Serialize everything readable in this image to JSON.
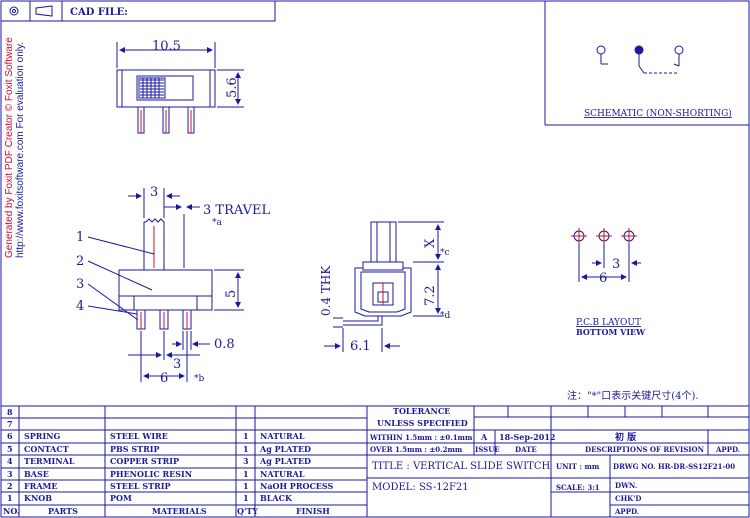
{
  "header": {
    "cad_file_label": "CAD FILE:"
  },
  "watermark": {
    "line1": "Generated by Foxit PDF Creator © Foxit Software",
    "line2": "http://www.foxitsoftware.com   For evaluation only."
  },
  "schematic": {
    "caption": "SCHEMATIC (NON-SHORTING)"
  },
  "top_view": {
    "width_dim": "10.5",
    "height_dim": "5.6"
  },
  "front_view": {
    "knob_width_dim": "3",
    "travel_label": "3 TRAVEL",
    "travel_note": "*a",
    "callouts": [
      "1",
      "2",
      "3",
      "4"
    ],
    "height_dim": "5",
    "pin_width_dim": "0.8",
    "pitch_dim": "3",
    "span_dim": "6",
    "span_note": "*b"
  },
  "side_view": {
    "thk_label": "0.4 THK",
    "x_label": "X",
    "x_note": "*c",
    "height_dim": "7.2",
    "height_note": "*d",
    "depth_dim": "6.1"
  },
  "pcb": {
    "pitch_dim": "3",
    "span_dim": "6",
    "caption_line1": "P.C.B LAYOUT",
    "caption_line2": "BOTTOM VIEW"
  },
  "note": "注：\"*\"口表示关键尺寸(4个).",
  "bom": {
    "rows": [
      {
        "no": "8",
        "part": "",
        "material": "",
        "qty": "",
        "finish": ""
      },
      {
        "no": "7",
        "part": "",
        "material": "",
        "qty": "",
        "finish": ""
      },
      {
        "no": "6",
        "part": "SPRING",
        "material": "STEEL WIRE",
        "qty": "1",
        "finish": "NATURAL"
      },
      {
        "no": "5",
        "part": "CONTACT",
        "material": "PBS STRIP",
        "qty": "1",
        "finish": "Ag PLATED"
      },
      {
        "no": "4",
        "part": "TERMINAL",
        "material": "COPPER STRIP",
        "qty": "3",
        "finish": "Ag PLATED"
      },
      {
        "no": "3",
        "part": "BASE",
        "material": "PHENOLIC RESIN",
        "qty": "1",
        "finish": "NATURAL"
      },
      {
        "no": "2",
        "part": "FRAME",
        "material": "STEEL STRIP",
        "qty": "1",
        "finish": "NaOH PROCESS"
      },
      {
        "no": "1",
        "part": "KNOB",
        "material": "POM",
        "qty": "1",
        "finish": "BLACK"
      }
    ],
    "headers": {
      "no": "NO.",
      "part": "PARTS",
      "material": "MATERIALS",
      "qty": "Q'TY",
      "finish": "FINISH"
    }
  },
  "title_block": {
    "tolerance": "TOLERANCE",
    "unless": "UNLESS SPECIFIED",
    "within": "WITHIN 1.5mm : ±0.1mm",
    "over": "OVER 1.5mm : ±0.2mm",
    "rev": "A",
    "date": "18-Sep-2012",
    "rev_desc": "初 版",
    "issue_label": "ISSUE",
    "date_label": "DATE",
    "desc_label": "DESCRIPTIONS OF REVISION",
    "appd_label": "APPD.",
    "title": "TITLE : VERTICAL SLIDE SWITCH",
    "unit": "UNIT : mm",
    "drwg": "DRWG NO. HR-DR-SS12F21-00",
    "model": "MODEL: SS-12F21",
    "scale": "SCALE: 3:1",
    "dwn": "DWN.",
    "chkd": "CHK'D",
    "appd2": "APPD."
  }
}
